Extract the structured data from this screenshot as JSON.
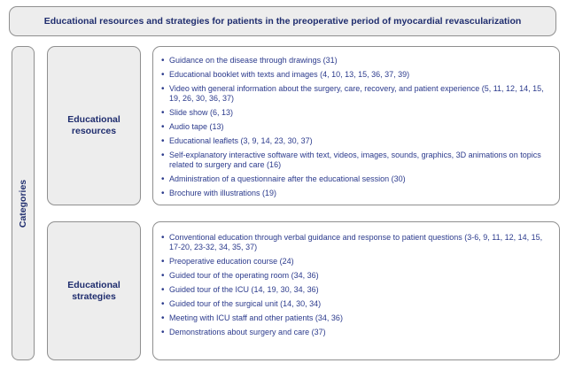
{
  "title": "Educational resources and strategies for patients in the preoperative period of myocardial revascularization",
  "sidebar": {
    "label": "Categories"
  },
  "sections": [
    {
      "label": "Educational resources",
      "items": [
        "Guidance on the disease through drawings (31)",
        "Educational booklet with texts and images (4, 10, 13, 15, 36, 37, 39)",
        "Video with general information about the surgery, care, recovery, and patient experience (5, 11, 12, 14, 15, 19, 26, 30, 36, 37)",
        "Slide show (6, 13)",
        "Audio tape (13)",
        "Educational leaflets (3, 9, 14, 23, 30, 37)",
        "Self-explanatory interactive software with text, videos, images, sounds, graphics, 3D animations on topics related to surgery and care (16)",
        "Administration of a questionnaire after the educational session (30)",
        "Brochure with illustrations (19)"
      ]
    },
    {
      "label": "Educational strategies",
      "items": [
        "Conventional education through verbal guidance and response to patient questions (3-6, 9, 11, 12, 14, 15, 17-20, 23-32, 34, 35, 37)",
        "Preoperative education course (24)",
        "Guided tour of the operating room (34, 36)",
        "Guided tour of the ICU (14, 19, 30, 34, 36)",
        "Guided tour of the surgical unit (14, 30, 34)",
        "Meeting with ICU staff and other patients (34, 36)",
        "Demonstrations about surgery and care (37)"
      ]
    }
  ],
  "colors": {
    "text_navy": "#2b3a8c",
    "heading_navy": "#1f2d6e",
    "box_fill_gray": "#ededed",
    "border_gray": "#8f8f8f"
  }
}
